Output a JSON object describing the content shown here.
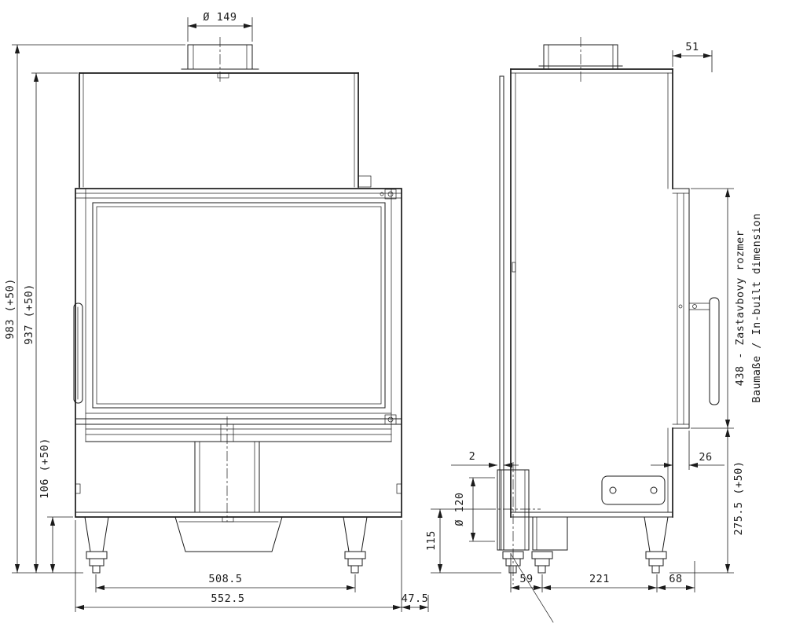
{
  "drawing": {
    "background": "#ffffff",
    "line_color": "#1b1b1b",
    "front_view": {
      "flue_diameter": "Ø 149",
      "overall_height": "983 (+50)",
      "body_height": "937 (+50)",
      "plinth_height": "106 (+50)",
      "feet_spacing": "508.5",
      "overall_width": "552.5",
      "side_offset": "47.5"
    },
    "side_view": {
      "top_offset": "51",
      "rear_gap": "2",
      "door_depth": "26",
      "built_in_note_cz": "438 - Zastavbovy rozmer",
      "built_in_note_de_en": "Baumaße / In-built dimension",
      "bottom_flue_diameter": "Ø 120",
      "flue_axis_height": "115",
      "lower_height": "275.5 (+50)",
      "depth_rear": "59",
      "depth_mid": "221",
      "depth_front": "68"
    }
  }
}
